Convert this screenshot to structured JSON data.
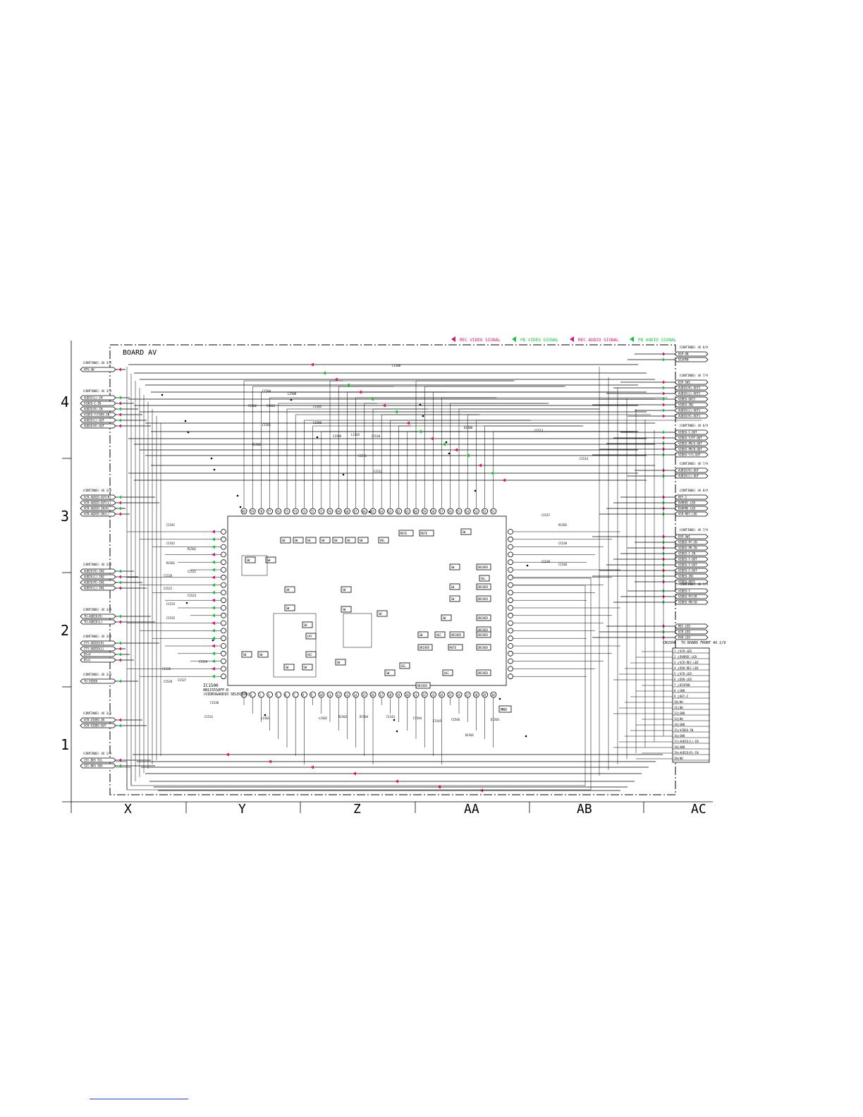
{
  "board_title": "BOARD AV",
  "legend": [
    {
      "label": "REC VIDEO SIGNAL",
      "color": "#d0186c"
    },
    {
      "label": "PB VIDEO SIGNAL",
      "color": "#18c040"
    },
    {
      "label": "REC AUDIO SIGNAL",
      "color": "#d0186c"
    },
    {
      "label": "PB AUDIO SIGNAL",
      "color": "#18c040"
    }
  ],
  "row_labels": [
    "4",
    "3",
    "2",
    "1"
  ],
  "column_labels": [
    "X",
    "Y",
    "Z",
    "AA",
    "AB",
    "AC"
  ],
  "ic": {
    "ref": "IC1500",
    "part": "AN1155SAFP-R",
    "func": "(VIDEO&AUDIO SELECTOR)"
  },
  "left_connectors": [
    {
      "head": "(CONTINUE) 4X 3/9",
      "signals": [
        "VPS-SW"
      ]
    },
    {
      "head": "(CONTINUE) 4X 3/9",
      "signals": [
        "AUDIO(L)-IN",
        "VIDEO-C-IN",
        "AUDIO(R)-IN",
        "VIDEO-Y/CVBS-IN",
        "AUDIO(L)-OUT",
        "AUDIO(R)-OUT"
      ]
    },
    {
      "head": "(CONTINUE) 4X 3/9",
      "signals": [
        "VCR-AUDIO-OUT(R)",
        "VCR-AUDIO-OUT(L)",
        "VCR-AUDIO-IN(R)",
        "VCR-AUDIO-IN(L)"
      ]
    },
    {
      "head": "(CONTINUE) 4X 3/9",
      "signals": [
        "AUDIO(R)-IN2",
        "AUDIO(L)-IN2",
        "AUDIO(R)-IN1",
        "AUDIO(L)-IN1"
      ]
    },
    {
      "head": "(CONTINUE) 4X 3/9",
      "signals": [
        "TU-AUDIO(R)",
        "TU-AUDIO(L)"
      ]
    },
    {
      "head": "(CONTINUE) 4X 3/9",
      "signals": [
        "CTY-AUDIO(R)",
        "CTY-AUDIO(L)",
        "DS+V",
        "DS+C"
      ]
    },
    {
      "head": "(CONTINUE) 4X 3/9",
      "signals": [
        "TU-VIDEO"
      ]
    },
    {
      "head": "(CONTINUE) 4X 3/9",
      "signals": [
        "VCR-VIDEO-IN",
        "VCR-VIDEO-OUT"
      ]
    },
    {
      "head": "(CONTINUE) 4X 1/9",
      "signals": [
        "IIC-BUS SCL",
        "IIC-BUS SDA"
      ]
    }
  ],
  "right_connectors": [
    {
      "head": "(CONTINUE) 4X 6/9",
      "signals": [
        "DSP-ON",
        "DISPEN"
      ]
    },
    {
      "head": "(CONTINUE) 4X 7/9",
      "signals": [
        "DSP-SW2",
        "AUDIO(R)-OUT2",
        "AUDIO(L)-OUT2",
        "VIDEO-OUT2",
        "VIDEO-IN2",
        "AUDIO(L)-OUT1",
        "AUDIO(R)-OUT1"
      ]
    },
    {
      "head": "(CONTINUE) 4X 6/9",
      "signals": [
        "VIDEO-C-OUT",
        "VIDEO-Y/PY-OUT",
        "VIDEO-PR/U-OUT",
        "VIDEO-PB/B-OUT",
        "VIDEO-Y/G-OUT"
      ]
    },
    {
      "head": "(CONTINUE) 4X 7/9",
      "signals": [
        "AUDIO(R)-OUT",
        "AUDIO(L)-OUT"
      ]
    },
    {
      "head": "(CONTINUE) 4X 8/9",
      "signals": [
        "KEY-2",
        "DVDREC-LED",
        "DVDPRE-LED",
        "VCR-REC-LED"
      ]
    },
    {
      "head": "(CONTINUE) 4X 7/9",
      "signals": [
        "DSP-SW1",
        "VIDEO-PY-IN",
        "VIDEO-PR-IN",
        "VIDEO-C-IN",
        "VIDEO-Y-OUT",
        "VIDEO-Y-OUT",
        "VIDEO-C-OUT",
        "VIDEO-IN1",
        "VIDEO-OUT1"
      ]
    },
    {
      "head": "(CONTINUE) 4X 7/9",
      "signals": [
        "VIDEO-Y",
        "VIDEO-PY/CR",
        "VIDEO-PB/CB"
      ]
    },
    {
      "head": "",
      "signals": [
        "REC-LED",
        "VCR-LED",
        "DVD-LED"
      ]
    }
  ],
  "cn_block": {
    "ref": "CN1504",
    "title": "TO BOARD FRONT 4X 2/9",
    "pins": [
      "VCR-LED",
      "DVDREC-LED",
      "VCR-REC-LED",
      "DVD-REC-LED",
      "VCR-LED",
      "DVD-LED",
      "DISPEN",
      "GND",
      "KEY-2",
      "NU",
      "NU",
      "GND",
      "NU",
      "GND",
      "VIDEO-IN",
      "GND",
      "AUDIO(L)-IN",
      "GND",
      "AUDIO(R)-IN",
      "NU"
    ]
  },
  "component_labels": [
    "C1502",
    "C1503",
    "L1500",
    "C1504",
    "C1501",
    "D1502",
    "C1505",
    "C1506",
    "C1508",
    "C1509",
    "L1503",
    "C1510",
    "C1511",
    "C1512",
    "C1513",
    "C1514",
    "Q1500",
    "R1505",
    "C1537",
    "C1538",
    "C1539",
    "C1540",
    "C1541",
    "C1542",
    "R1501",
    "R1502",
    "C1520",
    "C1521",
    "C1522",
    "C1523",
    "C1524",
    "C1525",
    "C1526",
    "C1527",
    "C1528",
    "C1529",
    "C1530",
    "C1531",
    "L1501",
    "L1502",
    "R1503",
    "R1504",
    "C1543",
    "C1544",
    "C1545",
    "C1546",
    "D1501",
    "D1503"
  ],
  "block_labels": [
    "SW",
    "DRIVER",
    "MUTE",
    "LPF",
    "AGC",
    "SEL",
    "VOL",
    "MUTE"
  ],
  "tag": "MRO"
}
